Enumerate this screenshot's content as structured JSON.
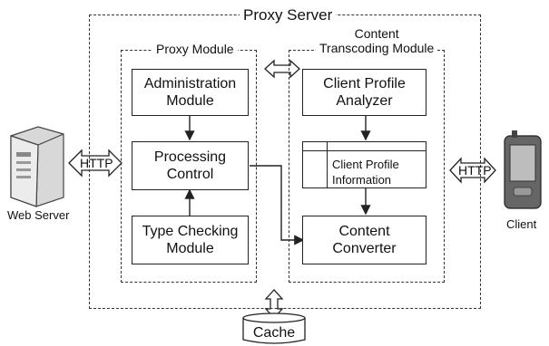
{
  "proxy_server": {
    "title": "Proxy Server"
  },
  "proxy_module": {
    "title": "Proxy Module",
    "administration": [
      "Administration",
      "Module"
    ],
    "processing": [
      "Processing",
      "Control"
    ],
    "type_checking": [
      "Type Checking",
      "Module"
    ]
  },
  "transcoding_module": {
    "title": [
      "Content",
      "Transcoding Module"
    ],
    "analyzer": [
      "Client Profile",
      "Analyzer"
    ],
    "profile_info": [
      "Client Profile",
      "Information"
    ],
    "converter": [
      "Content",
      "Converter"
    ]
  },
  "protocol": {
    "left": "HTTP",
    "right": "HTTP"
  },
  "web_server": {
    "label": "Web Server",
    "icon": "server-icon"
  },
  "client": {
    "label": "Client",
    "icon": "pda-icon"
  },
  "cache": {
    "label": "Cache",
    "icon": "database-icon"
  }
}
